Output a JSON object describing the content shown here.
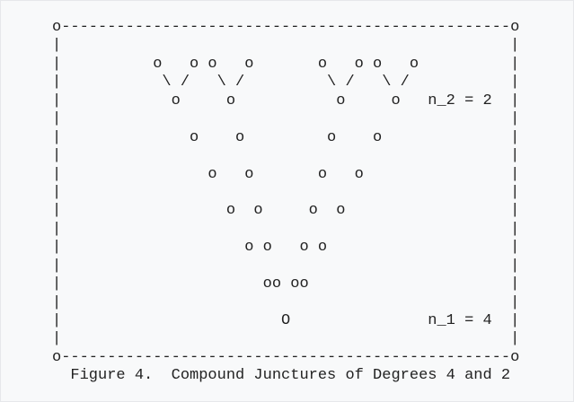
{
  "figure": {
    "lines": [
      "o-------------------------------------------------o",
      "|                                                 |",
      "|          o   o o   o       o   o o   o          |",
      "|           \\ /   \\ /         \\ /   \\ /           |",
      "|            o     o           o     o   n_2 = 2  |",
      "|                                                 |",
      "|              o    o         o    o              |",
      "|                                                 |",
      "|                o   o       o   o                |",
      "|                                                 |",
      "|                  o  o     o  o                  |",
      "|                                                 |",
      "|                    o o   o o                    |",
      "|                                                 |",
      "|                      oo oo                      |",
      "|                                                 |",
      "|                        O               n_1 = 4  |",
      "|                                                 |",
      "o-------------------------------------------------o",
      "  Figure 4.  Compound Junctures of Degrees 4 and 2"
    ],
    "caption": "Figure 4.  Compound Junctures of Degrees 4 and 2",
    "labels": {
      "n_2": "n_2 = 2",
      "n_1": "n_1 = 4"
    }
  }
}
